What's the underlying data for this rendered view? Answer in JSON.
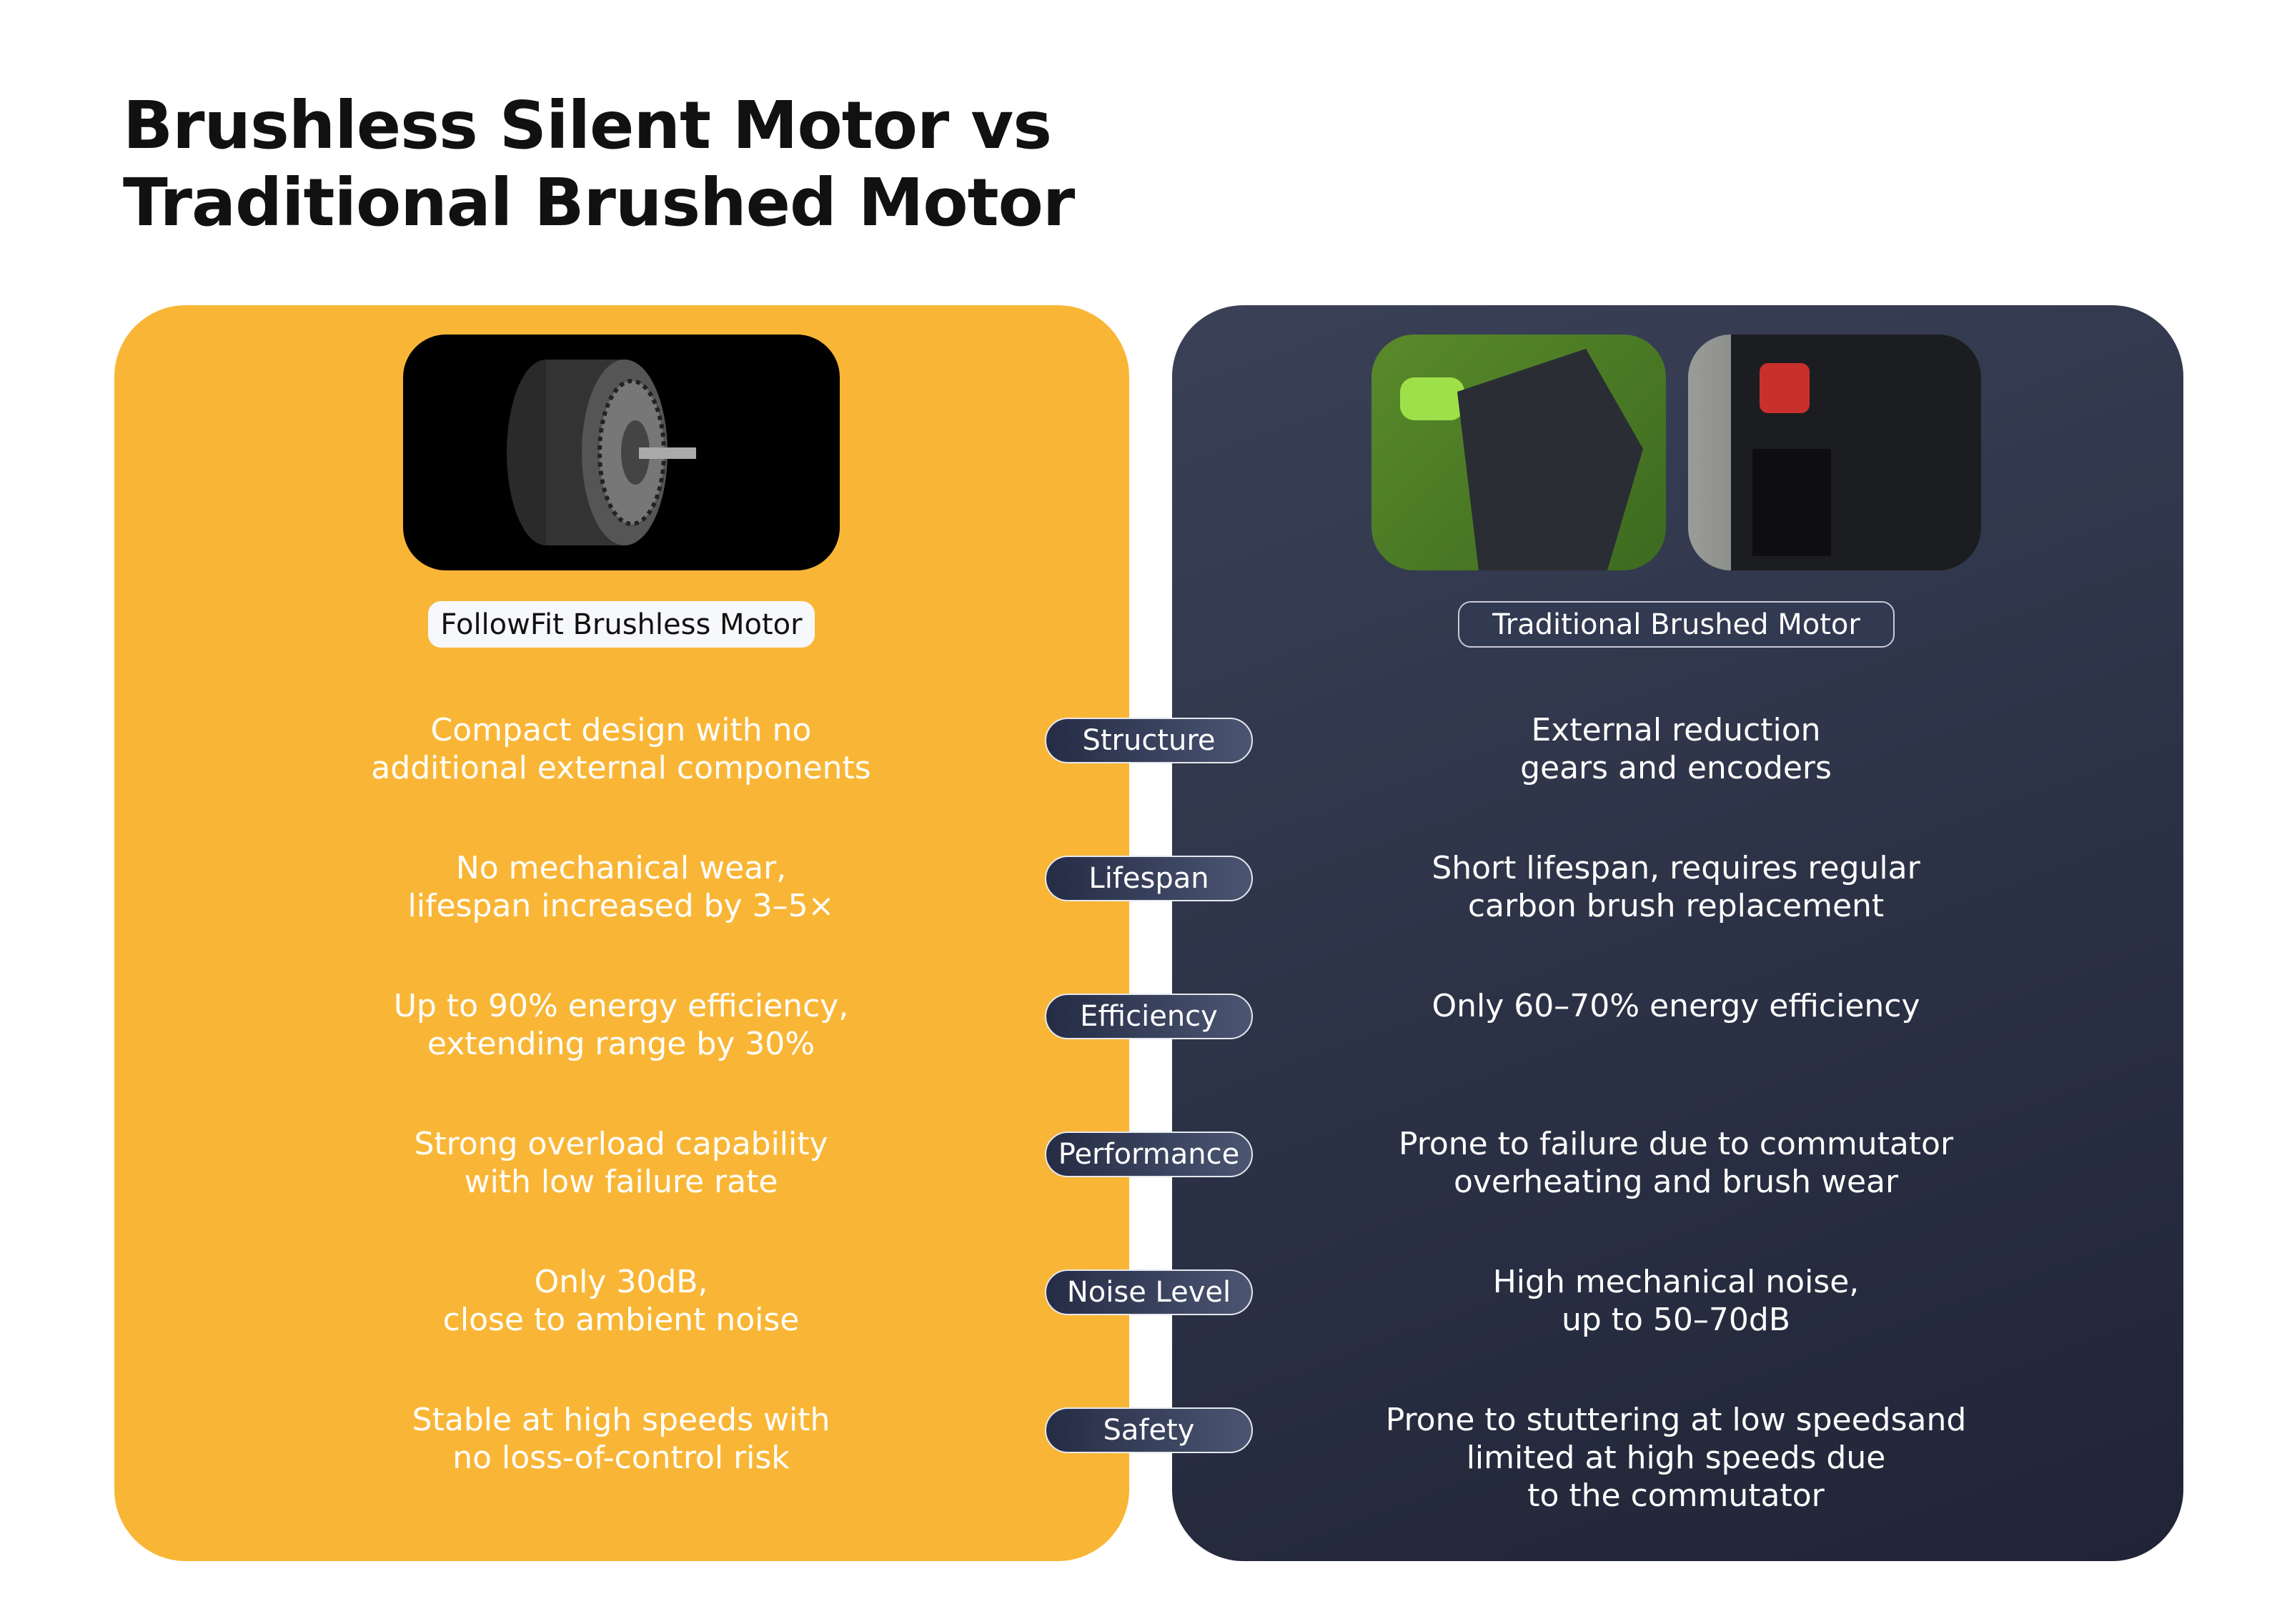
{
  "title": {
    "line1": "Brushless Silent Motor vs",
    "line2": "Traditional Brushed Motor"
  },
  "left": {
    "label": "FollowFit Brushless Motor"
  },
  "right": {
    "label": "Traditional Brushed Motor"
  },
  "colors": {
    "left_panel": "#f9b636",
    "right_panel": "#2b3147"
  },
  "rows": [
    {
      "category": "Structure",
      "left": "Compact design with no\nadditional external components",
      "right": "External reduction\ngears and encoders"
    },
    {
      "category": "Lifespan",
      "left": "No mechanical wear,\nlifespan increased by 3–5×",
      "right": "Short lifespan, requires regular\ncarbon brush replacement"
    },
    {
      "category": "Efficiency",
      "left": "Up to 90% energy efficiency,\nextending range by 30%",
      "right": "Only 60–70% energy efficiency"
    },
    {
      "category": "Performance",
      "left": "Strong overload capability\nwith low failure rate",
      "right": "Prone to failure due to commutator\noverheating and brush wear"
    },
    {
      "category": "Noise Level",
      "left": "Only 30dB,\nclose to ambient noise",
      "right": "High mechanical noise,\nup to 50–70dB"
    },
    {
      "category": "Safety",
      "left": "Stable at high speeds with\nno loss-of-control risk",
      "right": "Prone to stuttering at low speedsand\nlimited at high speeds due\nto the commutator"
    }
  ]
}
